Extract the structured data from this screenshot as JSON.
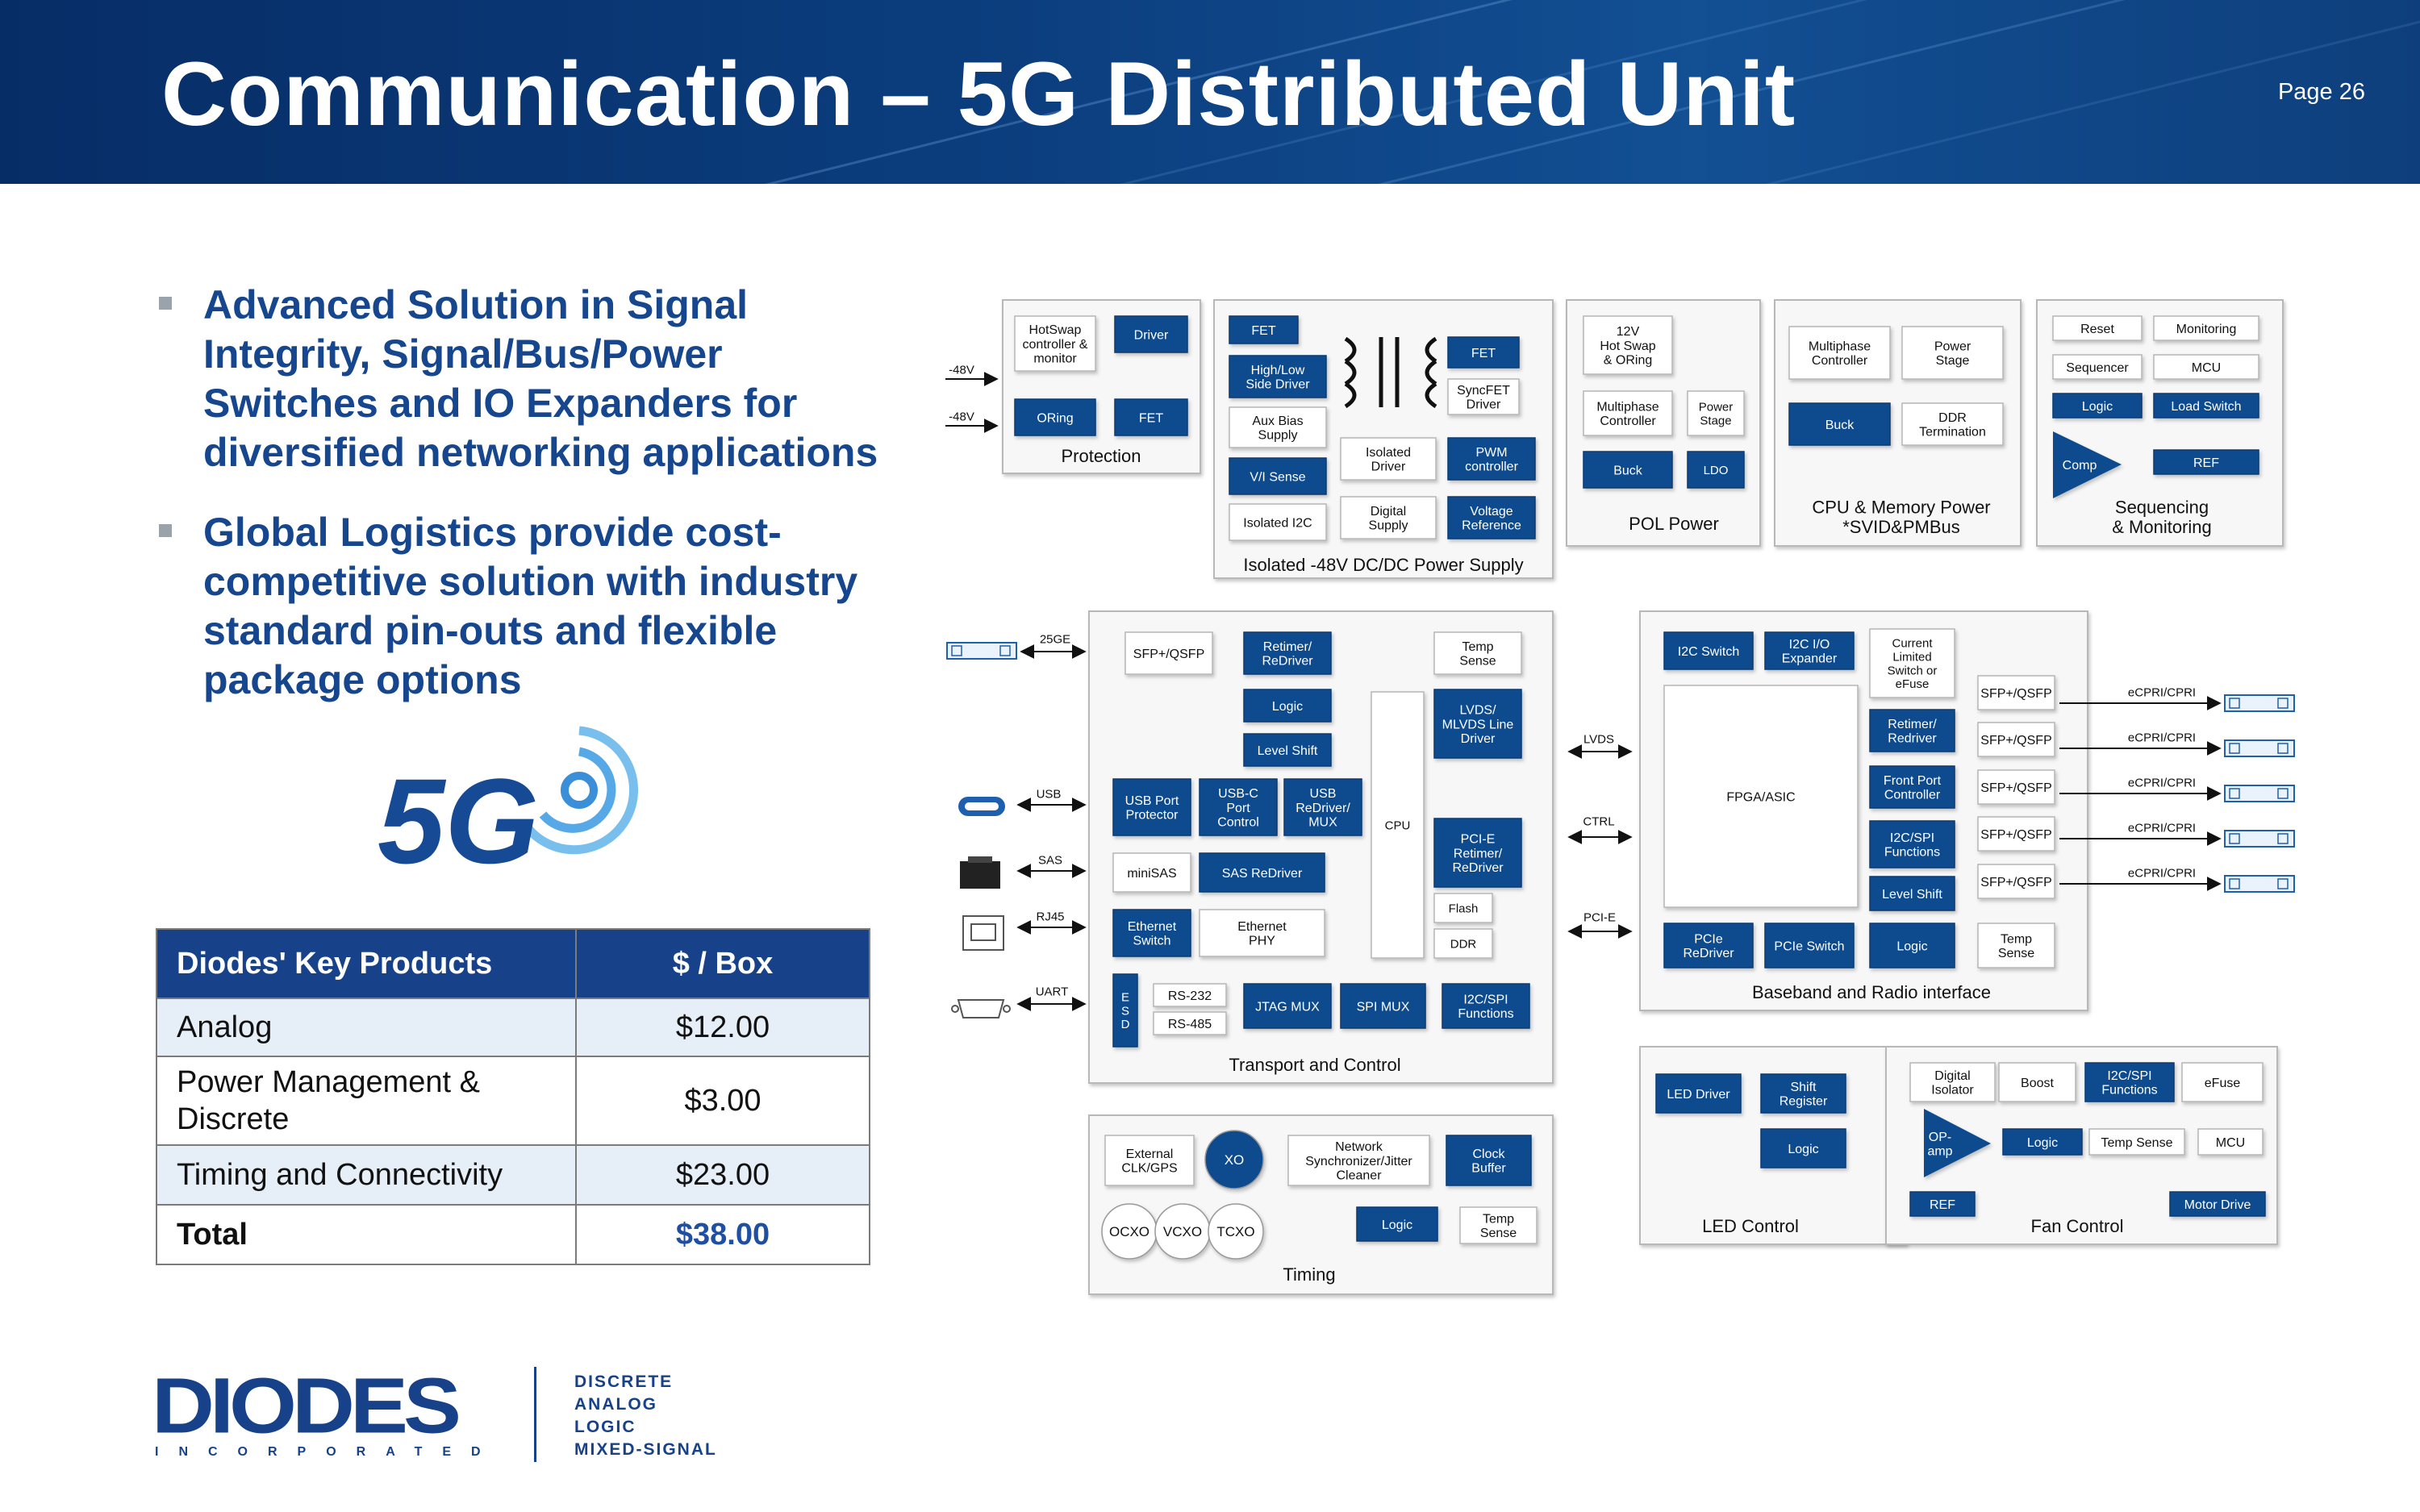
{
  "header": {
    "title": "Communication – 5G Distributed Unit",
    "page": "Page 26"
  },
  "bullets": [
    "Advanced Solution in Signal Integrity, Signal/Bus/Power Switches and IO Expanders for diversified networking applications",
    "Global Logistics provide cost-competitive solution with industry standard pin-outs and flexible package options"
  ],
  "logo5g": {
    "text": "5G"
  },
  "table": {
    "headers": [
      "Diodes' Key Products",
      "$ / Box"
    ],
    "rows": [
      [
        "Analog",
        "$12.00"
      ],
      [
        "Power Management & Discrete",
        "$3.00"
      ],
      [
        "Timing and Connectivity",
        "$23.00"
      ]
    ],
    "total": [
      "Total",
      "$38.00"
    ]
  },
  "company": {
    "name": "DIODES",
    "sub": "INCORPORATED",
    "tagline": [
      "DISCRETE",
      "ANALOG",
      "LOGIC",
      "MIXED-SIGNAL"
    ]
  },
  "colors": {
    "brand": "#17428a",
    "chip": "#104c8e",
    "header": "#0b3d7d"
  },
  "diagram": {
    "panels": [
      {
        "label": [
          "Protection"
        ]
      },
      {
        "label": [
          "Isolated -48V DC/DC Power Supply"
        ]
      },
      {
        "label": [
          "POL Power"
        ]
      },
      {
        "label": [
          "CPU & Memory Power",
          "*SVID&PMBus"
        ]
      },
      {
        "label": [
          "Sequencing",
          "& Monitoring"
        ]
      },
      {
        "label": [
          "Transport and Control"
        ]
      },
      {
        "label": [
          "Baseband and Radio interface"
        ]
      },
      {
        "label": [
          "Timing"
        ]
      },
      {
        "label": [
          "LED Control"
        ]
      },
      {
        "label": [
          "Fan Control"
        ]
      }
    ],
    "blocks": [
      {
        "t": [
          "HotSwap",
          "controller &",
          "monitor"
        ]
      },
      {
        "t": [
          "Driver"
        ]
      },
      {
        "t": [
          "ORing"
        ]
      },
      {
        "t": [
          "FET"
        ]
      },
      {
        "t": [
          "FET"
        ]
      },
      {
        "t": [
          "High/Low",
          "Side Driver"
        ]
      },
      {
        "t": [
          "Aux Bias",
          "Supply"
        ]
      },
      {
        "t": [
          "V/I Sense"
        ]
      },
      {
        "t": [
          "Isolated I2C"
        ]
      },
      {
        "t": [
          "FET"
        ]
      },
      {
        "t": [
          "SyncFET",
          "Driver"
        ]
      },
      {
        "t": [
          "Isolated",
          "Driver"
        ]
      },
      {
        "t": [
          "PWM",
          "controller"
        ]
      },
      {
        "t": [
          "Digital",
          "Supply"
        ]
      },
      {
        "t": [
          "Voltage",
          "Reference"
        ]
      },
      {
        "t": [
          "12V",
          "Hot Swap",
          "& ORing"
        ]
      },
      {
        "t": [
          "Multiphase",
          "Controller"
        ]
      },
      {
        "t": [
          "Power",
          "Stage"
        ]
      },
      {
        "t": [
          "Buck"
        ]
      },
      {
        "t": [
          "LDO"
        ]
      },
      {
        "t": [
          "Multiphase",
          "Controller"
        ]
      },
      {
        "t": [
          "Power",
          "Stage"
        ]
      },
      {
        "t": [
          "Buck"
        ]
      },
      {
        "t": [
          "DDR",
          "Termination"
        ]
      },
      {
        "t": [
          "Reset"
        ]
      },
      {
        "t": [
          "Monitoring"
        ]
      },
      {
        "t": [
          "Sequencer"
        ]
      },
      {
        "t": [
          "MCU"
        ]
      },
      {
        "t": [
          "Logic"
        ]
      },
      {
        "t": [
          "Load Switch"
        ]
      },
      {
        "t": [
          "REF"
        ]
      },
      {
        "t": [
          "SFP+/QSFP"
        ]
      },
      {
        "t": [
          "Retimer/",
          "ReDriver"
        ]
      },
      {
        "t": [
          "Temp",
          "Sense"
        ]
      },
      {
        "t": [
          "Logic"
        ]
      },
      {
        "t": [
          "LVDS/",
          "MLVDS Line",
          "Driver"
        ]
      },
      {
        "t": [
          "Level Shift"
        ]
      },
      {
        "t": [
          "USB Port",
          "Protector"
        ]
      },
      {
        "t": [
          "USB-C",
          "Port",
          "Control"
        ]
      },
      {
        "t": [
          "USB",
          "ReDriver/",
          "MUX"
        ]
      },
      {
        "t": [
          "CPU"
        ]
      },
      {
        "t": [
          "PCI-E",
          "Retimer/",
          "ReDriver"
        ]
      },
      {
        "t": [
          "miniSAS"
        ]
      },
      {
        "t": [
          "SAS ReDriver"
        ]
      },
      {
        "t": [
          "Flash"
        ]
      },
      {
        "t": [
          "Ethernet",
          "Switch"
        ]
      },
      {
        "t": [
          "Ethernet",
          "PHY"
        ]
      },
      {
        "t": [
          "DDR"
        ]
      },
      {
        "t": [
          "E",
          "S",
          "D"
        ]
      },
      {
        "t": [
          "RS-232"
        ]
      },
      {
        "t": [
          "RS-485"
        ]
      },
      {
        "t": [
          "JTAG MUX"
        ]
      },
      {
        "t": [
          "SPI MUX"
        ]
      },
      {
        "t": [
          "I2C/SPI",
          "Functions"
        ]
      },
      {
        "t": [
          "I2C Switch"
        ]
      },
      {
        "t": [
          "I2C I/O",
          "Expander"
        ]
      },
      {
        "t": [
          "Current",
          "Limited",
          "Switch or",
          "eFuse"
        ]
      },
      {
        "t": [
          "FPGA/ASIC"
        ]
      },
      {
        "t": [
          "Retimer/",
          "Redriver"
        ]
      },
      {
        "t": [
          "Front Port",
          "Controller"
        ]
      },
      {
        "t": [
          "I2C/SPI",
          "Functions"
        ]
      },
      {
        "t": [
          "Level Shift"
        ]
      },
      {
        "t": [
          "PCIe",
          "ReDriver"
        ]
      },
      {
        "t": [
          "PCIe Switch"
        ]
      },
      {
        "t": [
          "Logic"
        ]
      },
      {
        "t": [
          "Temp",
          "Sense"
        ]
      },
      {
        "t": [
          "SFP+/QSFP"
        ]
      },
      {
        "t": [
          "SFP+/QSFP"
        ]
      },
      {
        "t": [
          "SFP+/QSFP"
        ]
      },
      {
        "t": [
          "SFP+/QSFP"
        ]
      },
      {
        "t": [
          "SFP+/QSFP"
        ]
      },
      {
        "t": [
          "External",
          "CLK/GPS"
        ]
      },
      {
        "t": [
          "Network",
          "Synchronizer/Jitter",
          "Cleaner"
        ]
      },
      {
        "t": [
          "Clock",
          "Buffer"
        ]
      },
      {
        "t": [
          "Logic"
        ]
      },
      {
        "t": [
          "Temp",
          "Sense"
        ]
      },
      {
        "t": [
          "LED Driver"
        ]
      },
      {
        "t": [
          "Shift",
          "Register"
        ]
      },
      {
        "t": [
          "Logic"
        ]
      },
      {
        "t": [
          "Digital",
          "Isolator"
        ]
      },
      {
        "t": [
          "Boost"
        ]
      },
      {
        "t": [
          "I2C/SPI",
          "Functions"
        ]
      },
      {
        "t": [
          "eFuse"
        ]
      },
      {
        "t": [
          "Logic"
        ]
      },
      {
        "t": [
          "Temp Sense"
        ]
      },
      {
        "t": [
          "MCU"
        ]
      },
      {
        "t": [
          "REF"
        ]
      },
      {
        "t": [
          "Motor Drive"
        ]
      }
    ],
    "circles": [
      {
        "t": "XO"
      },
      {
        "t": "OCXO"
      },
      {
        "t": "VCXO"
      },
      {
        "t": "TCXO"
      }
    ],
    "triangles": [
      {
        "t": "Comp"
      },
      {
        "t": "OP-amp"
      }
    ],
    "arrowLabels": [
      {
        "t": "-48V"
      },
      {
        "t": "-48V"
      },
      {
        "t": "25GE"
      },
      {
        "t": "USB"
      },
      {
        "t": "SAS"
      },
      {
        "t": "RJ45"
      },
      {
        "t": "UART"
      },
      {
        "t": "LVDS"
      },
      {
        "t": "CTRL"
      },
      {
        "t": "PCI-E"
      },
      {
        "t": "eCPRI/CPRI"
      },
      {
        "t": "eCPRI/CPRI"
      },
      {
        "t": "eCPRI/CPRI"
      },
      {
        "t": "eCPRI/CPRI"
      },
      {
        "t": "eCPRI/CPRI"
      }
    ]
  }
}
